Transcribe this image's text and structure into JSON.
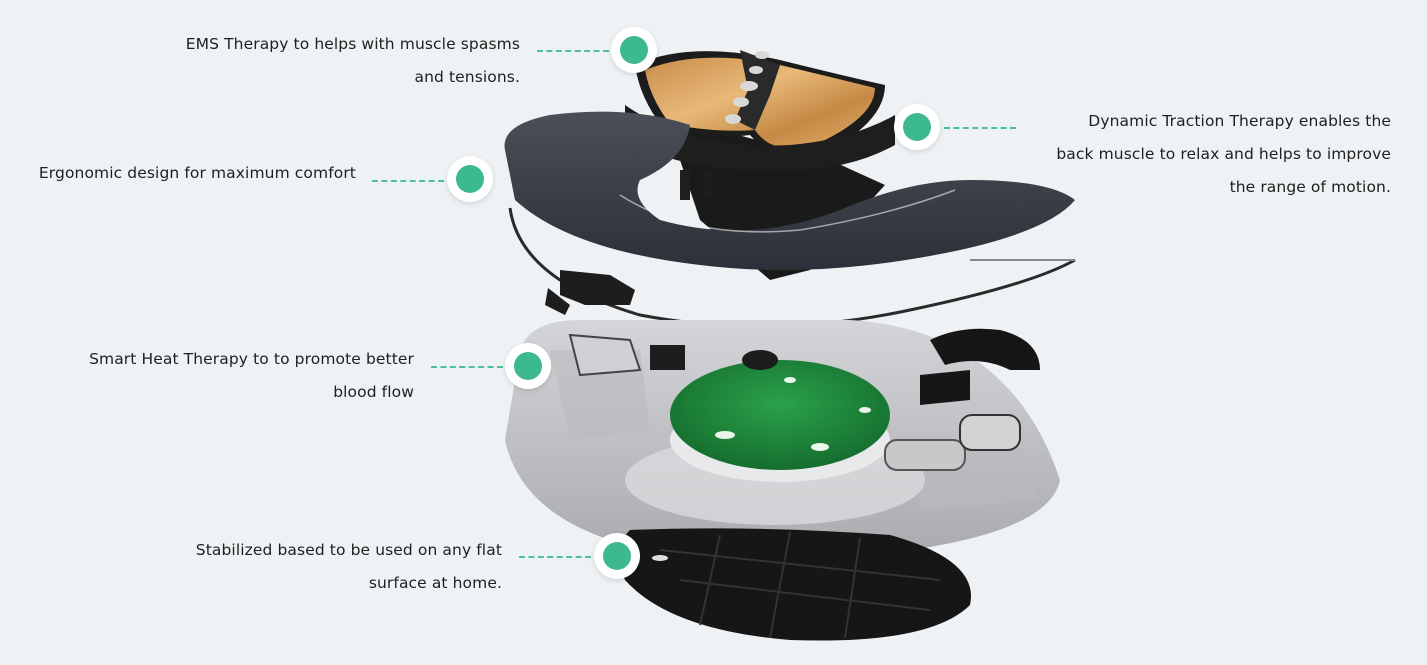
{
  "diagram": {
    "type": "exploded-product-view",
    "subject": "neck massager / traction device",
    "accent_color": "#3dba8d",
    "background_color": "#eef2f4",
    "callouts": [
      {
        "id": "ems",
        "lines": [
          "EMS Therapy to helps with muscle spasms",
          "and tensions."
        ],
        "side": "left"
      },
      {
        "id": "traction",
        "lines": [
          "Dynamic Traction Therapy enables the",
          "back muscle to relax and helps to improve",
          "the range of motion."
        ],
        "side": "right"
      },
      {
        "id": "ergonomic",
        "lines": [
          "Ergonomic design for maximum comfort"
        ],
        "side": "left"
      },
      {
        "id": "heat",
        "lines": [
          "Smart Heat Therapy to to promote better",
          "blood flow"
        ],
        "side": "left"
      },
      {
        "id": "base",
        "lines": [
          "Stabilized based to be used on any flat",
          "surface at home."
        ],
        "side": "left"
      }
    ],
    "components": [
      "gold-electrode-pad",
      "dark-neck-shell",
      "traction-ring",
      "motor-units",
      "circuit-board",
      "grey-housing",
      "black-base-plate"
    ]
  }
}
